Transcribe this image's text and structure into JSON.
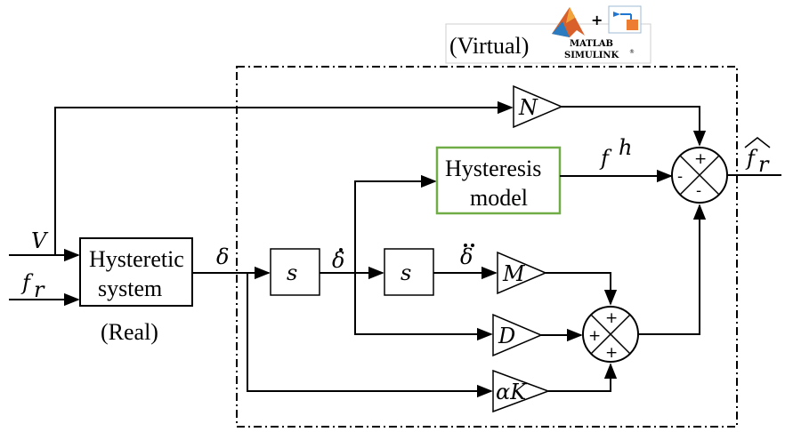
{
  "header": {
    "virtual_label": "(Virtual)",
    "logo_text_1": "MATLAB",
    "logo_text_2": "SIMULINK",
    "logo_reg": "®",
    "plus": "+"
  },
  "inputs": {
    "v": "V",
    "fr": "f",
    "fr_sub": "r"
  },
  "blocks": {
    "hysteretic_line1": "Hysteretic",
    "hysteretic_line2": "system",
    "real_label": "(Real)",
    "hysteresis_line1": "Hysteresis",
    "hysteresis_line2": "model",
    "s1": "s",
    "s2": "s"
  },
  "gains": {
    "n": "N",
    "m": "M",
    "d": "D",
    "ak": "αK"
  },
  "signals": {
    "delta": "δ",
    "delta_dot": "δ",
    "delta_ddot": "δ",
    "fh": "f",
    "fh_sup": "h",
    "out": "f",
    "out_sub": "r"
  },
  "summers": {
    "top": {
      "top": "+",
      "left": "-",
      "bottom": "-"
    },
    "bottom": {
      "top": "+",
      "left": "+",
      "bottom": "+"
    }
  },
  "colors": {
    "line": "#000000",
    "hysteresis_border": "#70ad47",
    "logo_orange": "#ed7d31",
    "logo_blue": "#1f77d4"
  }
}
